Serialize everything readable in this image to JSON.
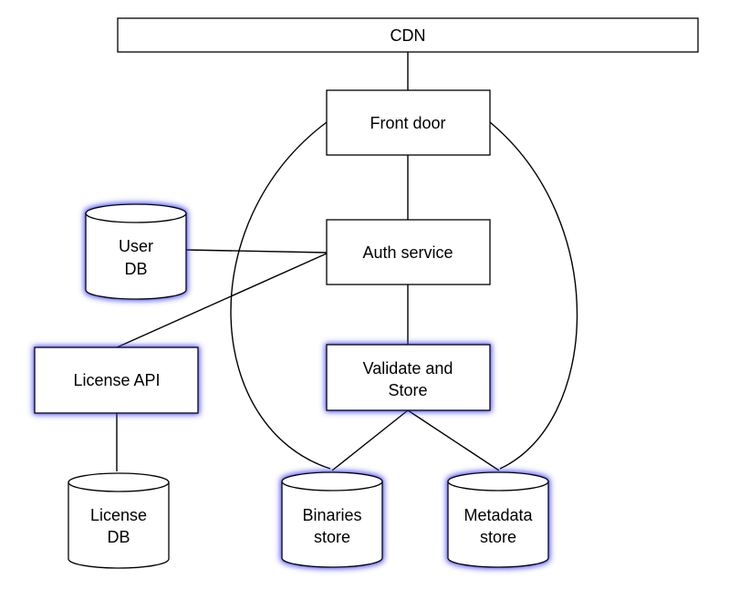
{
  "diagram": {
    "highlight_color": "#3a3aff",
    "nodes": {
      "cdn": {
        "label": "CDN",
        "shape": "box",
        "highlighted": false
      },
      "front_door": {
        "label": "Front door",
        "shape": "box",
        "highlighted": false
      },
      "auth_service": {
        "label": "Auth service",
        "shape": "box",
        "highlighted": false
      },
      "validate_store": {
        "label_lines": [
          "Validate and",
          "Store"
        ],
        "shape": "box",
        "highlighted": true
      },
      "license_api": {
        "label": "License API",
        "shape": "box",
        "highlighted": true
      },
      "user_db": {
        "label_lines": [
          "User",
          "DB"
        ],
        "shape": "cylinder",
        "highlighted": true
      },
      "license_db": {
        "label_lines": [
          "License",
          "DB"
        ],
        "shape": "cylinder",
        "highlighted": false
      },
      "binaries_store": {
        "label_lines": [
          "Binaries",
          "store"
        ],
        "shape": "cylinder",
        "highlighted": true
      },
      "metadata_store": {
        "label_lines": [
          "Metadata",
          "store"
        ],
        "shape": "cylinder",
        "highlighted": true
      }
    },
    "edges": [
      {
        "from": "cdn",
        "to": "front_door"
      },
      {
        "from": "front_door",
        "to": "auth_service"
      },
      {
        "from": "auth_service",
        "to": "validate_store"
      },
      {
        "from": "user_db",
        "to": "auth_service"
      },
      {
        "from": "license_api",
        "to": "auth_service"
      },
      {
        "from": "license_api",
        "to": "license_db"
      },
      {
        "from": "validate_store",
        "to": "binaries_store"
      },
      {
        "from": "validate_store",
        "to": "metadata_store"
      },
      {
        "from": "front_door",
        "to": "binaries_store"
      },
      {
        "from": "front_door",
        "to": "metadata_store"
      }
    ]
  }
}
